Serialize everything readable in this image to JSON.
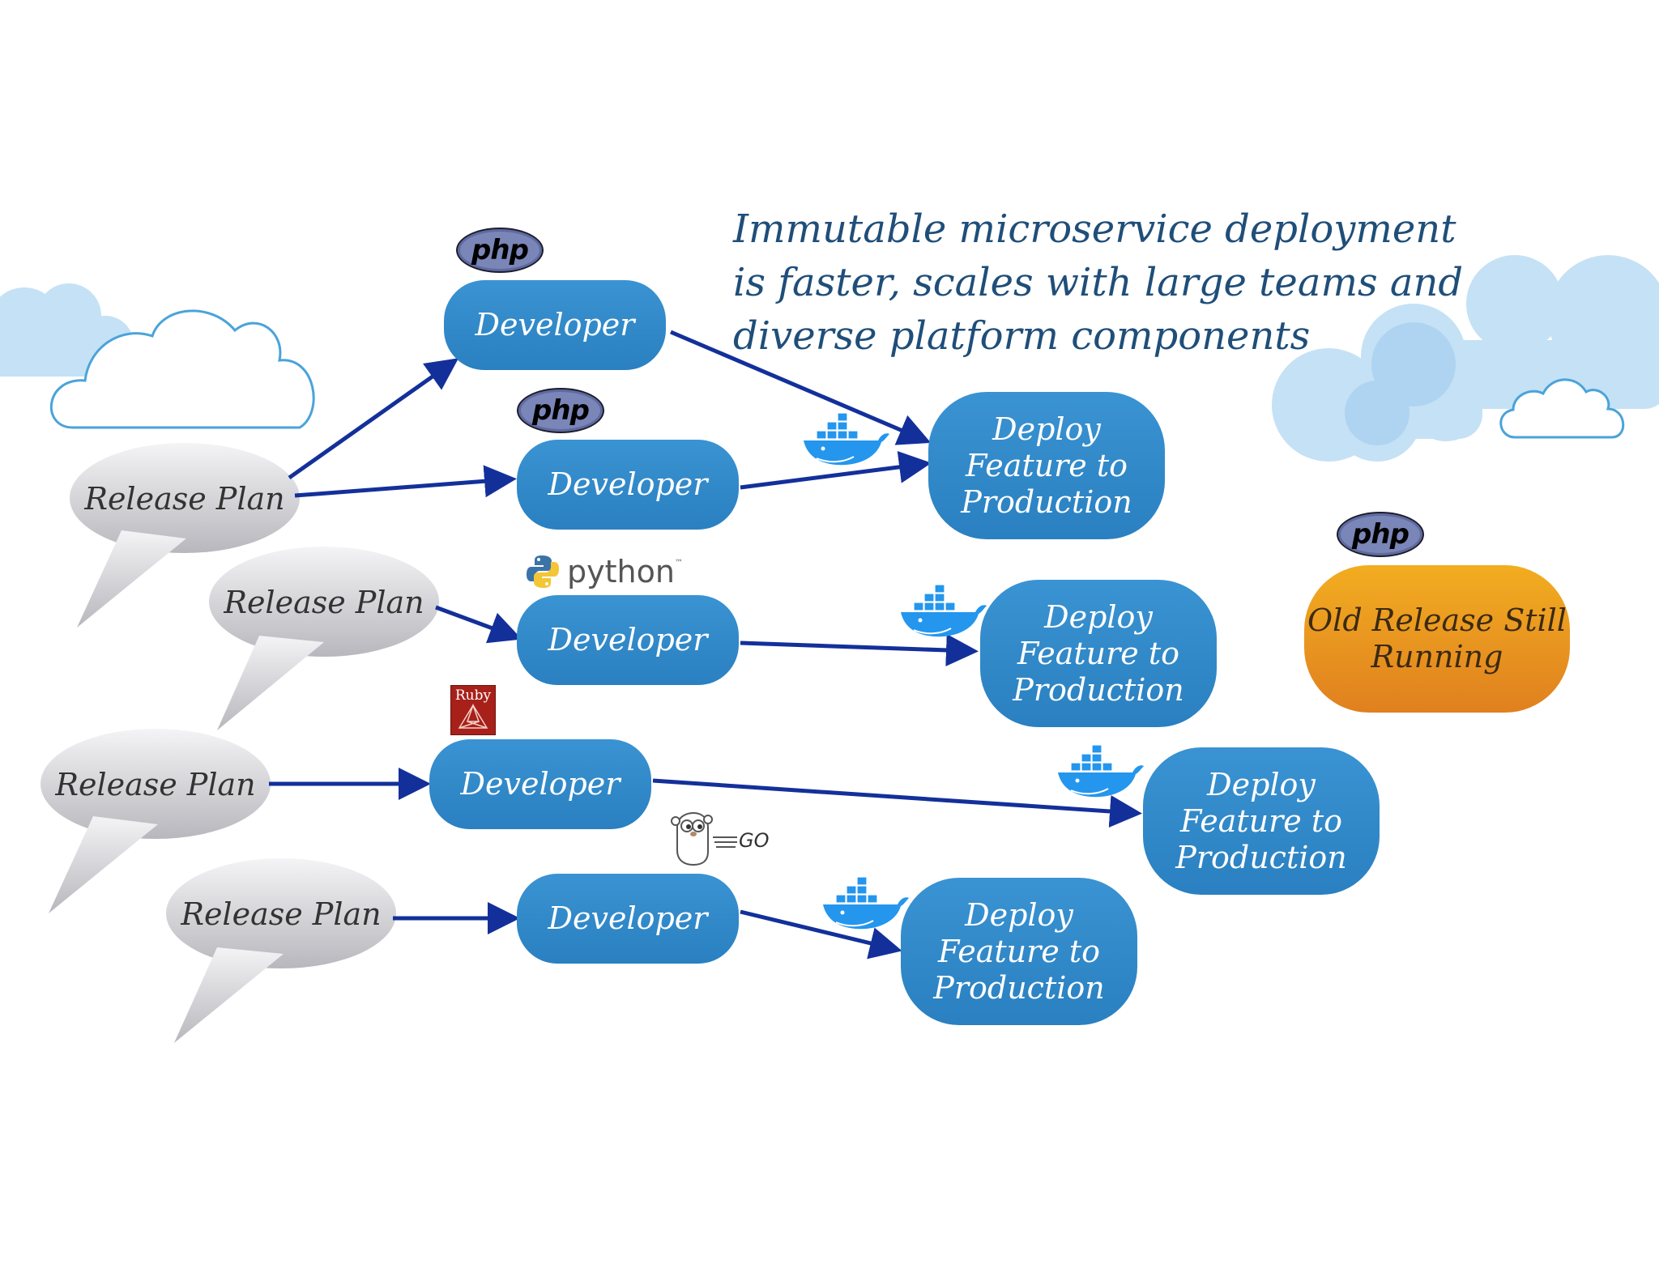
{
  "title_lines": [
    "Immutable microservice deployment",
    "is faster, scales with large teams and",
    "diverse platform components"
  ],
  "release_plan_label": "Release Plan",
  "developer_label": "Developer",
  "deploy_lines": [
    "Deploy",
    "Feature to",
    "Production"
  ],
  "old_release_lines": [
    "Old Release Still",
    "Running"
  ],
  "logos": {
    "php": "php",
    "python": "python",
    "python_tm": "™",
    "ruby": "Ruby",
    "go": "GO"
  },
  "colors": {
    "node_blue": "#2e86c8",
    "arrow": "#13309a",
    "old_release_orange": "#e8921f",
    "cloud_light": "#c5e1f5",
    "cloud_outline": "#4aa3da",
    "title": "#1f4e79"
  }
}
